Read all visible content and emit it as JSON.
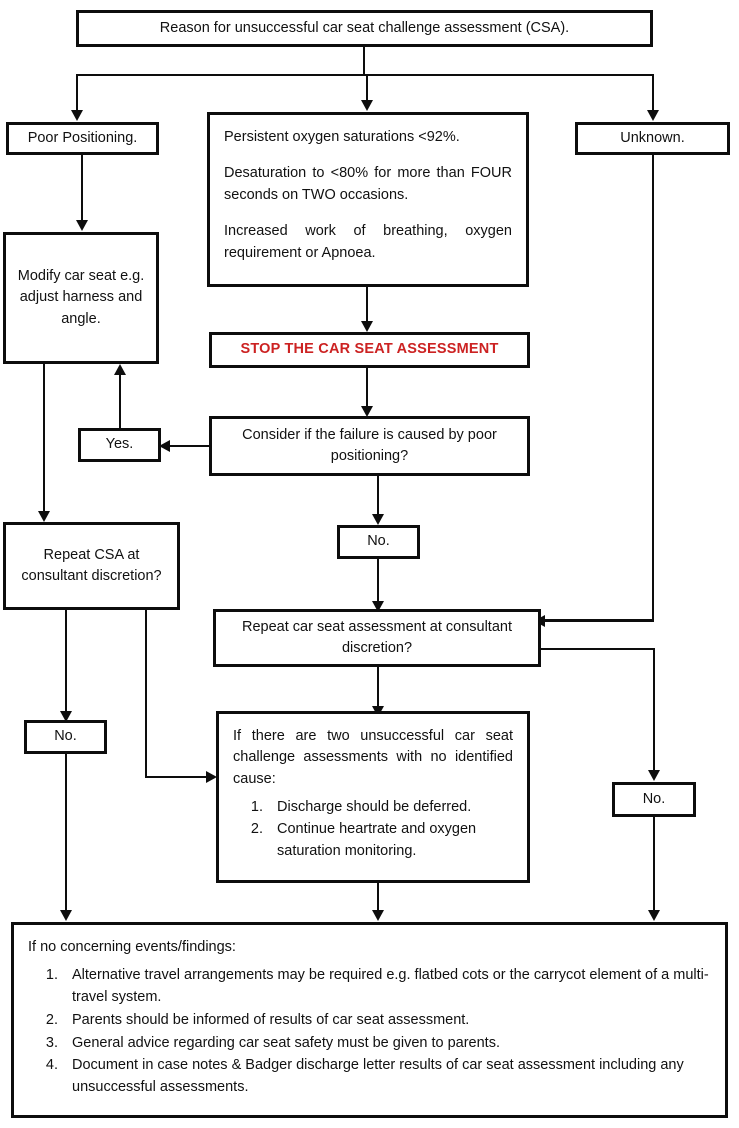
{
  "chart_data": {
    "type": "diagram",
    "title": "Reason for unsuccessful car seat challenge assessment (CSA).",
    "diagram_kind": "flowchart",
    "orientation": "top-down",
    "nodes": [
      {
        "id": "root",
        "label": "Reason for unsuccessful car seat challenge assessment (CSA)."
      },
      {
        "id": "poor",
        "label": "Poor Positioning."
      },
      {
        "id": "criteria",
        "label": "Persistent oxygen saturations <92%. | Desaturation to <80% for more than FOUR seconds on TWO occasions. | Increased work of breathing, oxygen requirement or Apnoea."
      },
      {
        "id": "unknown",
        "label": "Unknown."
      },
      {
        "id": "modify",
        "label": "Modify car seat e.g. adjust harness and angle."
      },
      {
        "id": "stop",
        "label": "STOP THE CAR SEAT ASSESSMENT"
      },
      {
        "id": "consider",
        "label": "Consider if the failure is caused by poor positioning?"
      },
      {
        "id": "yes",
        "label": "Yes."
      },
      {
        "id": "no_mid",
        "label": "No."
      },
      {
        "id": "repeat_csa",
        "label": "Repeat CSA at consultant discretion?"
      },
      {
        "id": "repeat_assessment",
        "label": "Repeat car seat assessment at consultant discretion?"
      },
      {
        "id": "no_left",
        "label": "No."
      },
      {
        "id": "no_right",
        "label": "No."
      },
      {
        "id": "two_unsuccessful",
        "label": "If there are two unsuccessful car seat challenge assessments with no identified cause:"
      },
      {
        "id": "final",
        "label": "If no concerning events/findings:"
      }
    ],
    "edges": [
      {
        "from": "root",
        "to": "poor"
      },
      {
        "from": "root",
        "to": "criteria"
      },
      {
        "from": "root",
        "to": "unknown"
      },
      {
        "from": "poor",
        "to": "modify"
      },
      {
        "from": "criteria",
        "to": "stop"
      },
      {
        "from": "stop",
        "to": "consider"
      },
      {
        "from": "consider",
        "to": "yes",
        "label": "Yes."
      },
      {
        "from": "yes",
        "to": "modify"
      },
      {
        "from": "consider",
        "to": "no_mid",
        "label": "No."
      },
      {
        "from": "no_mid",
        "to": "repeat_assessment"
      },
      {
        "from": "modify",
        "to": "repeat_csa"
      },
      {
        "from": "unknown",
        "to": "repeat_assessment"
      },
      {
        "from": "repeat_csa",
        "to": "no_left"
      },
      {
        "from": "repeat_csa",
        "to": "two_unsuccessful"
      },
      {
        "from": "repeat_assessment",
        "to": "two_unsuccessful"
      },
      {
        "from": "repeat_assessment",
        "to": "no_right"
      },
      {
        "from": "no_left",
        "to": "final"
      },
      {
        "from": "two_unsuccessful",
        "to": "final"
      },
      {
        "from": "no_right",
        "to": "final"
      }
    ]
  },
  "colors": {
    "stroke": "#0d0d0d",
    "text": "#111111",
    "alert": "#cc2222",
    "background": "#ffffff"
  },
  "nodes": {
    "root": {
      "text": "Reason for unsuccessful car seat challenge assessment (CSA)."
    },
    "poor_positioning": {
      "text": "Poor Positioning."
    },
    "criteria": {
      "line1": "Persistent oxygen saturations <92%.",
      "line2": "Desaturation to <80% for more than FOUR seconds on TWO occasions.",
      "line3": "Increased work of breathing, oxygen requirement or Apnoea."
    },
    "unknown": {
      "text": "Unknown."
    },
    "modify": {
      "text": "Modify car seat e.g. adjust harness and angle."
    },
    "stop": {
      "text": "STOP THE CAR SEAT ASSESSMENT"
    },
    "consider": {
      "text": "Consider if the failure is caused by poor positioning?"
    },
    "yes": {
      "text": "Yes."
    },
    "no_middle": {
      "text": "No."
    },
    "repeat_csa": {
      "text": "Repeat CSA at consultant discretion?"
    },
    "repeat_assessment": {
      "text": "Repeat car seat assessment at consultant discretion?"
    },
    "no_left": {
      "text": "No."
    },
    "no_right": {
      "text": "No."
    },
    "two_unsuccessful": {
      "intro": "If there are two unsuccessful car seat challenge assessments with no identified cause:",
      "items": [
        "Discharge should be deferred.",
        "Continue heartrate and oxygen saturation monitoring."
      ]
    },
    "final": {
      "intro": "If no concerning events/findings:",
      "items": [
        "Alternative travel arrangements may be required e.g. flatbed cots or the carrycot element of a multi-travel system.",
        "Parents should be informed of results of car seat assessment.",
        "General advice regarding car seat safety must be given to parents.",
        "Document in case notes & Badger discharge letter results of car seat assessment including any unsuccessful assessments."
      ]
    }
  }
}
